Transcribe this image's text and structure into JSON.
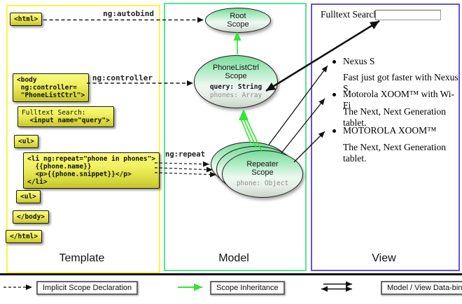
{
  "columns": {
    "template_title": "Template",
    "model_title": "Model",
    "view_title": "View"
  },
  "code": {
    "html_open": "<html>",
    "body_open": "<body\n ng:controller=\n \"PhoneListCtrl\">",
    "fulltext_label": "Fulltext Search:",
    "fulltext_input": "  <input name=\"query\">",
    "ul_open": "<ul>",
    "li_repeat": "<li ng:repeat=\"phone in phones\">\n  {{phone.name}}\n  <p>{{phone.snippet}}</p>\n</li>",
    "ul_close": "<ul>",
    "body_close": "</body>",
    "html_close": "</html>"
  },
  "annotations": {
    "autobind": "ng:autobind",
    "controller": "ng:controller",
    "repeat": "ng:repeat"
  },
  "model": {
    "root": {
      "title": "Root\nScope"
    },
    "phonelist": {
      "title": "PhoneListCtrl\nScope",
      "prop_query": "query: String",
      "prop_phones": "phones: Array"
    },
    "repeater": {
      "title": "Repeater\nScope",
      "prop_phone": "phone: Object"
    }
  },
  "view": {
    "search_label": "Fulltext Search:",
    "search_value": "",
    "items": [
      {
        "name": "Nexus S",
        "snippet": "Fast just got faster with Nexus S."
      },
      {
        "name": "Motorola XOOM™ with Wi-Fi",
        "snippet": "The Next, Next Generation tablet."
      },
      {
        "name": "MOTOROLA XOOM™",
        "snippet": "The Next, Next Generation tablet."
      }
    ]
  },
  "legend": {
    "implicit": "Implicit Scope Declaration",
    "inheritance": "Scope Inheritance",
    "binding": "Model / View Data-binding"
  },
  "colors": {
    "template_border": "#F8F840",
    "model_border": "#55E595",
    "view_border": "#6A50D8",
    "scope_arrow_green": "#35E535",
    "code_box_yellow": "#E8E84A"
  }
}
